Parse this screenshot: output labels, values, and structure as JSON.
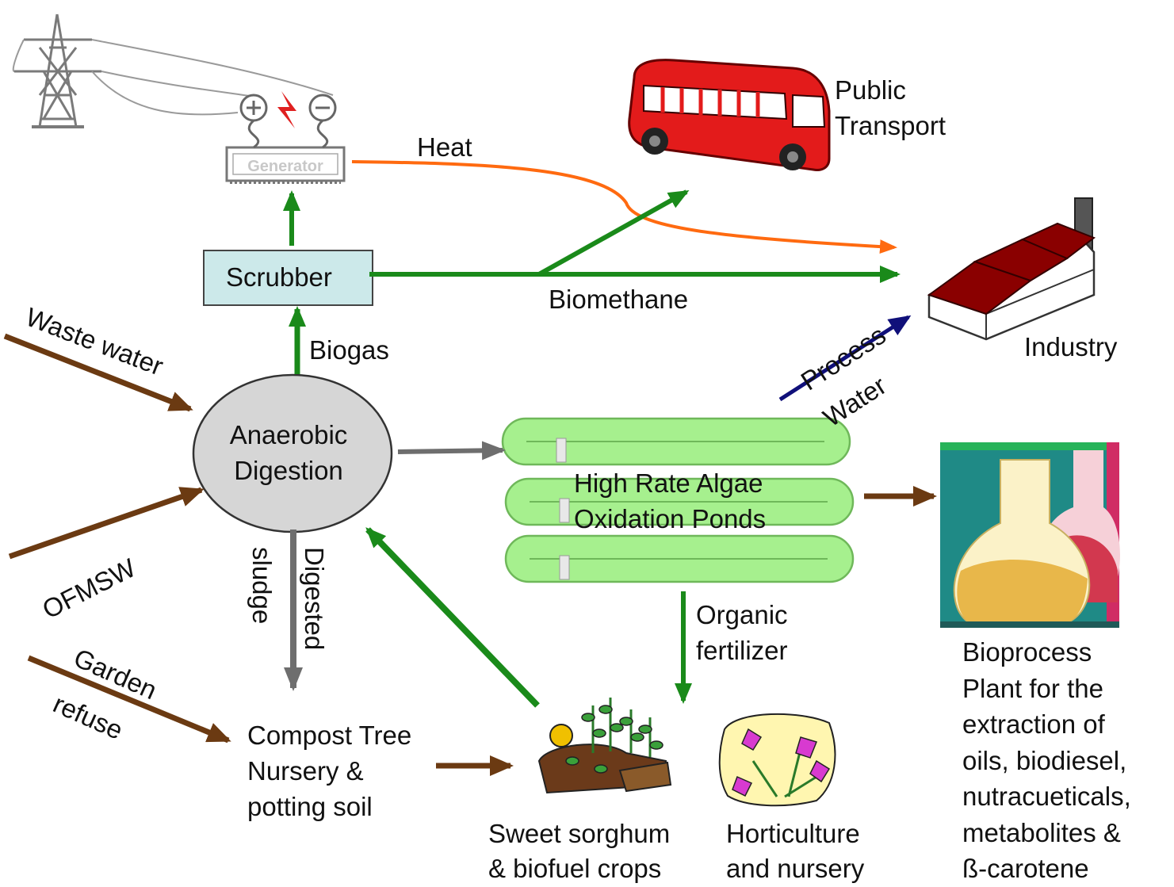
{
  "labels": {
    "heat": "Heat",
    "public_transport": "Public\nTransport",
    "scrubber": "Scrubber",
    "biomethane": "Biomethane",
    "biogas": "Biogas",
    "industry": "Industry",
    "process": "Process",
    "water": "Water",
    "waste_water": "Waste water",
    "anaerobic_digestion": "Anaerobic\nDigestion",
    "ofmsw": "OFMSW",
    "high_rate_ponds": "High Rate Algae\nOxidation Ponds",
    "digested": "Digested",
    "sludge": "sludge",
    "organic_fertilizer": "Organic\nfertilizer",
    "garden": "Garden",
    "refuse": "refuse",
    "compost": "Compost Tree\nNursery &\npotting soil",
    "sorghum": "Sweet sorghum\n& biofuel crops",
    "horticulture": "Horticulture\nand nursery",
    "bioprocess": "Bioprocess\nPlant for the\nextraction of\noils, biodiesel,\nnutracueticals,\nmetabolites &\nß-carotene",
    "generator": "Generator"
  },
  "icons": {
    "power": "power-pylon-icon",
    "generator": "generator-icon",
    "bus": "bus-icon",
    "factory": "factory-icon",
    "flask": "flask-icon",
    "crops": "crops-icon",
    "flowers": "flowers-icon"
  },
  "colors": {
    "green_flow": "#1a8a1a",
    "brown_flow": "#6b3a12",
    "grey_flow": "#6e6e6e",
    "heat_flow": "#ff6a10",
    "water_flow": "#10107a",
    "scrubber_fill": "#cce9ea",
    "pond_fill": "#a6f08e",
    "digester_fill": "#d6d6d6"
  }
}
